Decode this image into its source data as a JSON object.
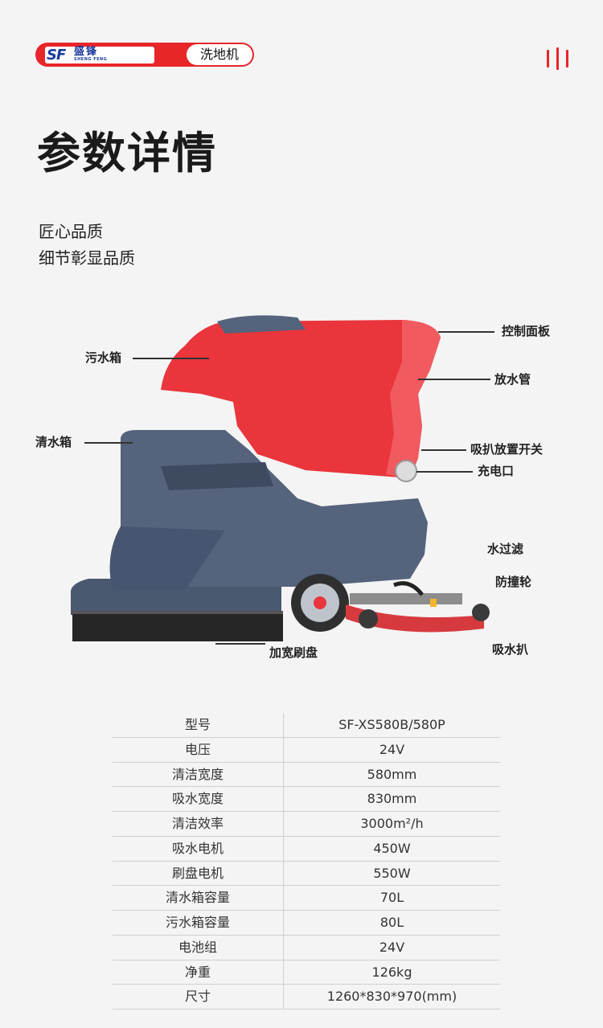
{
  "header": {
    "logo_mark": "SF",
    "logo_cn": "盛锋",
    "logo_en": "SHENG FENG",
    "category": "洗地机"
  },
  "title": "参数详情",
  "subtitle_lines": [
    "匠心品质",
    "细节彰显品质"
  ],
  "callouts": {
    "control_panel": "控制面板",
    "drain_hose": "放水管",
    "dirty_tank": "污水箱",
    "clean_tank": "清水箱",
    "squeegee_switch": "吸扒放置开关",
    "charge_port": "充电口",
    "water_filter": "水过滤",
    "bumper_wheel": "防撞轮",
    "squeegee": "吸水扒",
    "wide_brush": "加宽刷盘"
  },
  "specs": [
    {
      "key": "型号",
      "value": "SF-XS580B/580P"
    },
    {
      "key": "电压",
      "value": "24V"
    },
    {
      "key": "清洁宽度",
      "value": "580mm"
    },
    {
      "key": "吸水宽度",
      "value": "830mm"
    },
    {
      "key": "清洁效率",
      "value": "3000m²/h"
    },
    {
      "key": "吸水电机",
      "value": "450W"
    },
    {
      "key": "刷盘电机",
      "value": "550W"
    },
    {
      "key": "清水箱容量",
      "value": "70L"
    },
    {
      "key": "污水箱容量",
      "value": "80L"
    },
    {
      "key": "电池组",
      "value": "24V"
    },
    {
      "key": "净重",
      "value": "126kg"
    },
    {
      "key": "尺寸",
      "value": "1260*830*970(mm)"
    }
  ],
  "colors": {
    "accent": "#e8262a",
    "brand_blue": "#1b3a9c",
    "body_gray": "#4a5870"
  }
}
